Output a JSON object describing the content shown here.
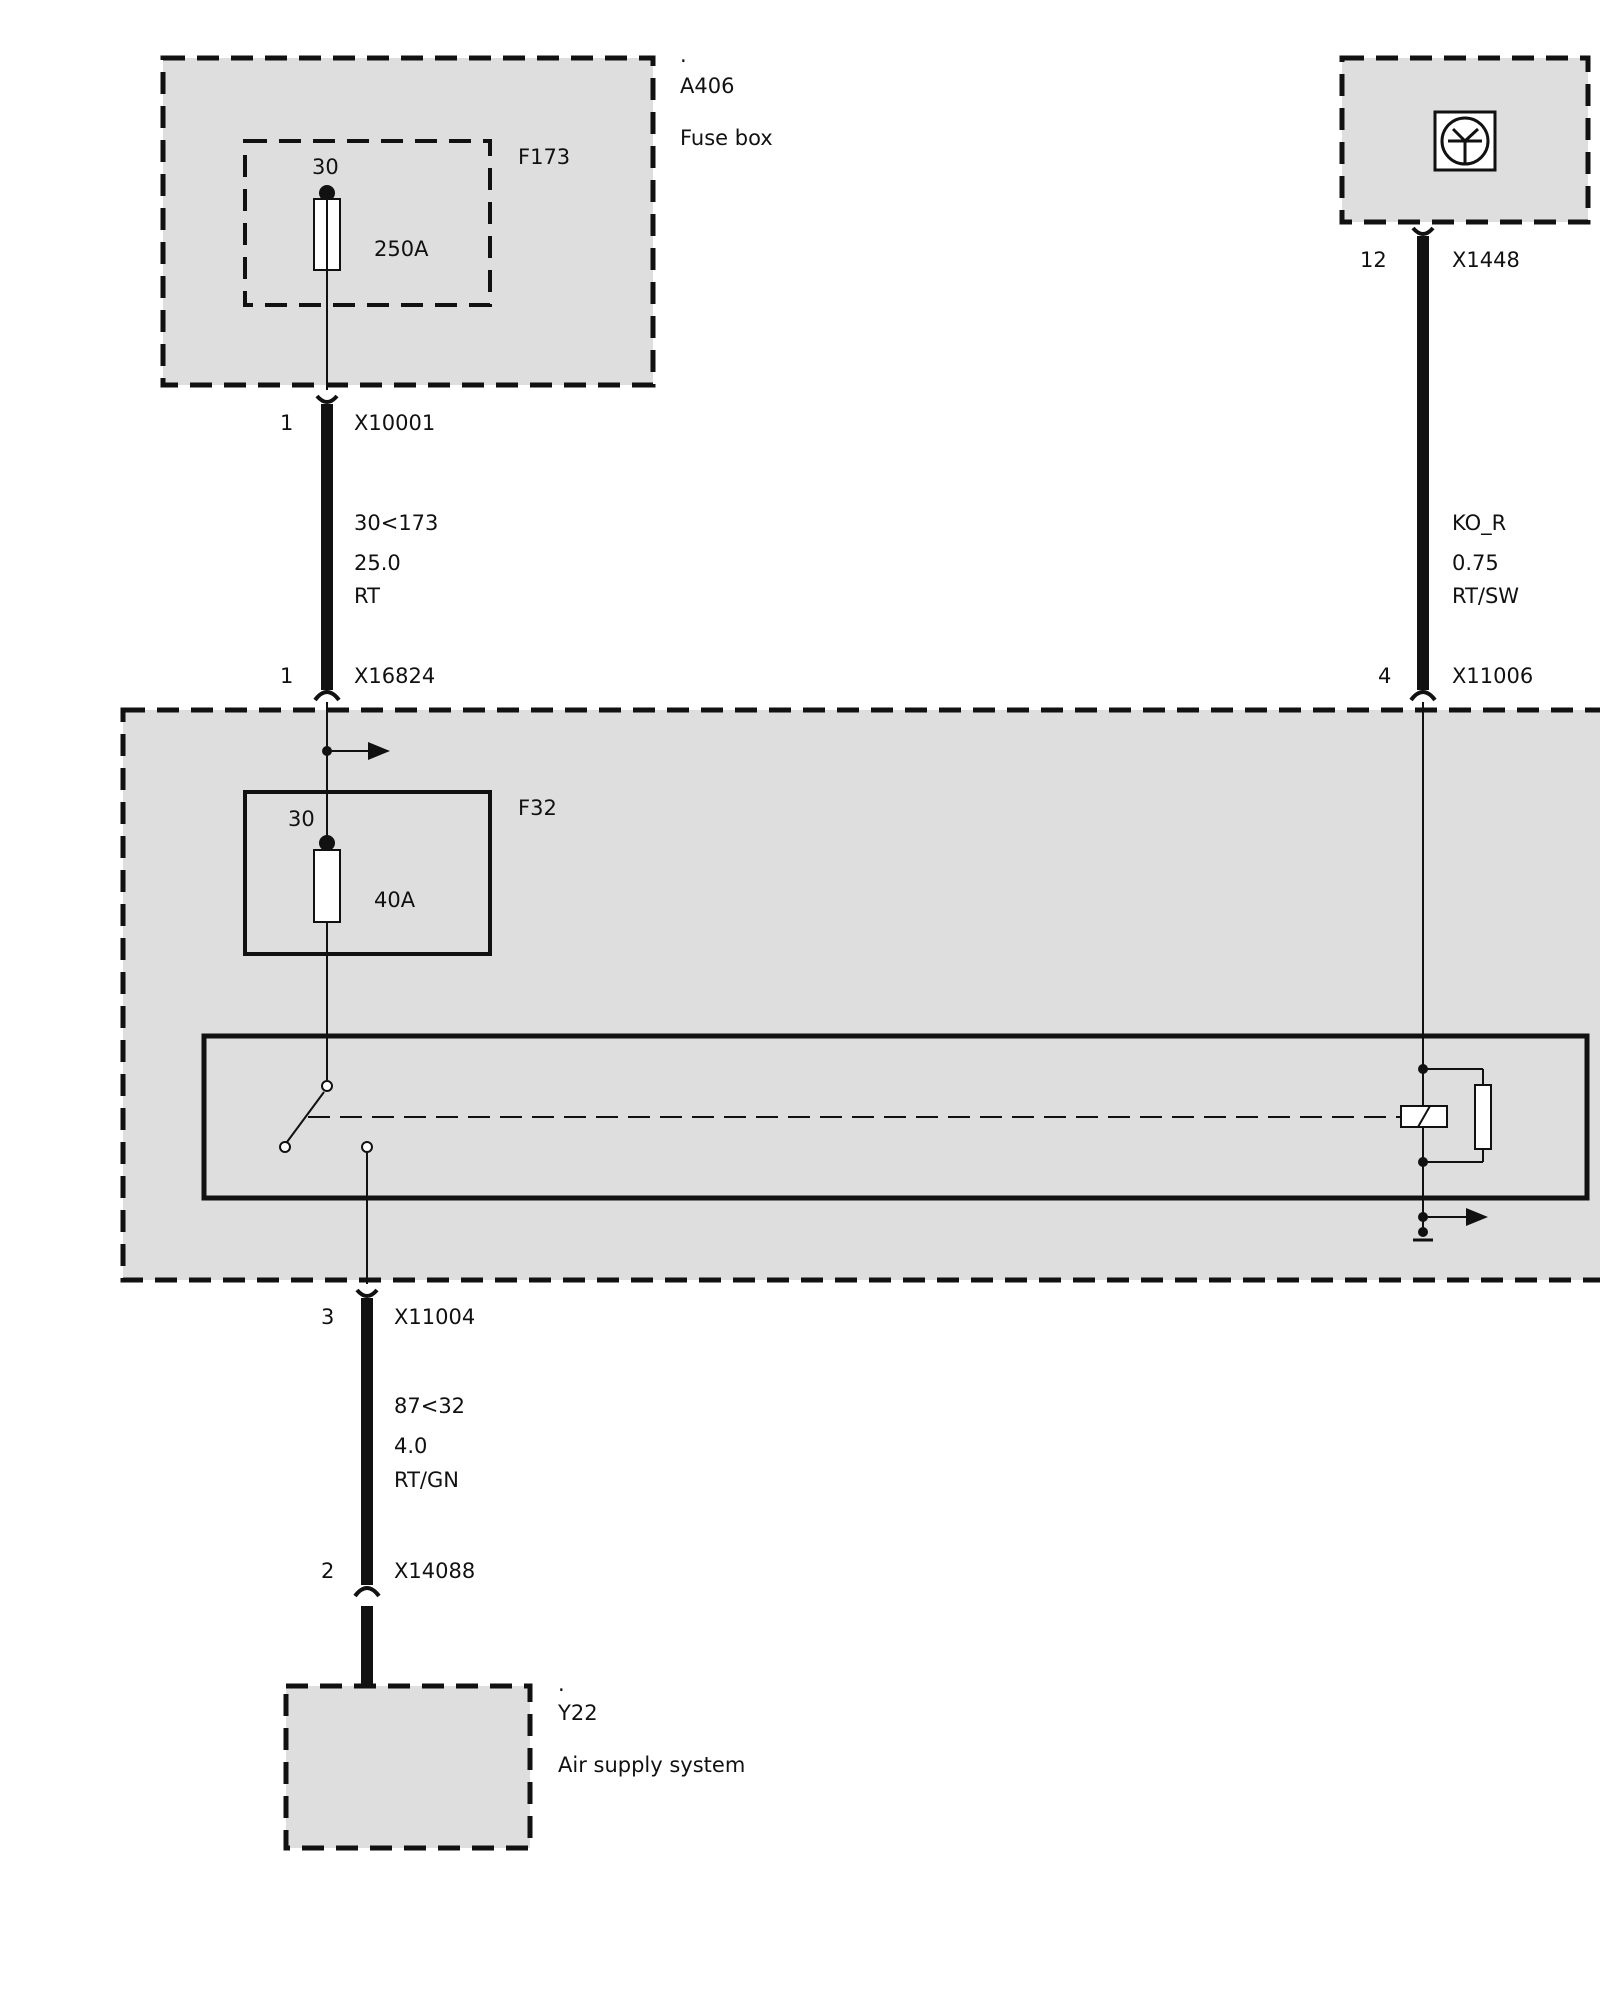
{
  "components": {
    "a406": {
      "dot": ".",
      "code": "A406",
      "name": "Fuse box"
    },
    "f173": {
      "code": "F173",
      "terminal": "30",
      "rating": "250A"
    },
    "f32": {
      "code": "F32",
      "terminal": "30",
      "rating": "40A"
    },
    "y22": {
      "dot": ".",
      "code": "Y22",
      "name": "Air supply system"
    }
  },
  "connectors": {
    "x10001": {
      "pin": "1",
      "code": "X10001"
    },
    "x16824": {
      "pin": "1",
      "code": "X16824"
    },
    "x1448": {
      "pin": "12",
      "code": "X1448"
    },
    "x11006": {
      "pin": "4",
      "code": "X11006"
    },
    "x11004": {
      "pin": "3",
      "code": "X11004"
    },
    "x14088": {
      "pin": "2",
      "code": "X14088"
    }
  },
  "wires": {
    "w1": {
      "signal": "30<173",
      "size": "25.0",
      "color": "RT"
    },
    "w2": {
      "signal": "KO_R",
      "size": "0.75",
      "color": "RT/SW"
    },
    "w3": {
      "signal": "87<32",
      "size": "4.0",
      "color": "RT/GN"
    }
  }
}
